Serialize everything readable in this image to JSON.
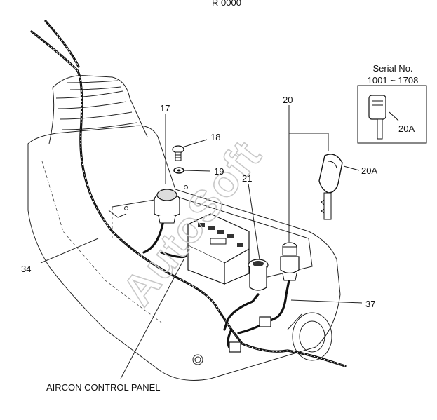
{
  "watermark": "AutoSoft",
  "corner_mark": "R 0000",
  "inset": {
    "title_line1": "Serial No.",
    "title_line2": "1001 ~ 1708",
    "part_label": "20A"
  },
  "callouts": {
    "c17": "17",
    "c18": "18",
    "c19": "19",
    "c20": "20",
    "c20a": "20A",
    "c21": "21",
    "c34": "34",
    "c37": "37",
    "aircon": "AIRCON CONTROL PANEL"
  }
}
